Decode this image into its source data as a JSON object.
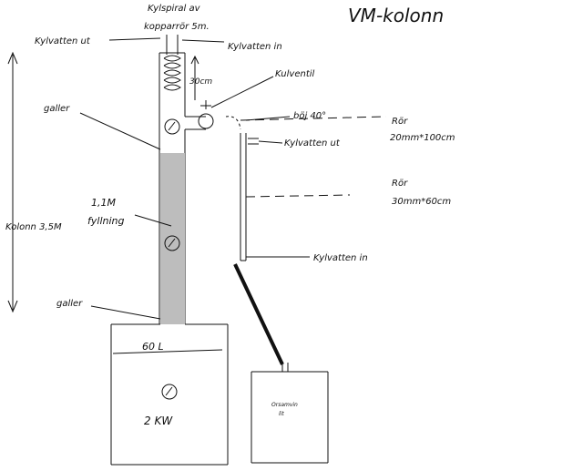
{
  "title": "VM-kolonn",
  "labels": {
    "cooling_spiral_line1": "Kylspiral av",
    "cooling_spiral_line2": "kopparrör 5m.",
    "cooling_water_out_top": "Kylvatten ut",
    "cooling_water_in_top": "Kylvatten in",
    "spiral_height": "30cm",
    "ball_valve": "Kulventil",
    "grid_top": "galler",
    "bend": "böj 40°",
    "pipe1_line1": "Rör",
    "pipe1_line2": "20mm*100cm",
    "cooling_water_out_right": "Kylvatten ut",
    "packing_line1": "1,1M",
    "packing_line2": "fyllning",
    "column_height": "Kolonn 3,5M",
    "pipe2_line1": "Rör",
    "pipe2_line2": "30mm*60cm",
    "cooling_water_in_right": "Kylvatten in",
    "grid_bottom": "galler",
    "boiler_volume": "60 L",
    "heater_power": "2 KW",
    "receiver_line1": "Orsamvin",
    "receiver_line2": "lit"
  }
}
